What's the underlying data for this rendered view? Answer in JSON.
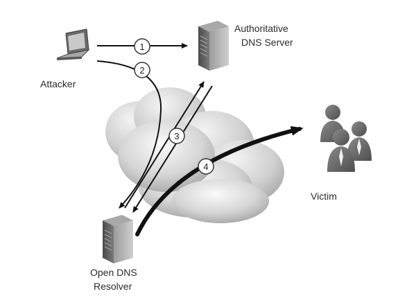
{
  "labels": {
    "attacker": "Attacker",
    "auth_server_line1": "Authoritative",
    "auth_server_line2": "DNS Server",
    "victim": "Victim",
    "resolver_line1": "Open DNS",
    "resolver_line2": "Resolver"
  },
  "steps": [
    "1",
    "2",
    "3",
    "4"
  ],
  "icons": {
    "attacker": "laptop-icon",
    "auth_server": "server-icon",
    "resolver": "server-icon",
    "victim": "people-icon",
    "network": "cloud-icon"
  }
}
